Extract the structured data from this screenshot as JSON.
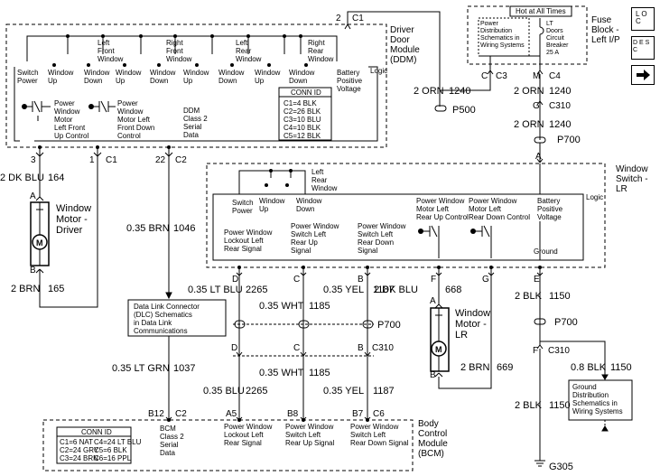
{
  "hot_at_all_times": "Hot at All Times",
  "fuse_block": [
    "Fuse",
    "Block -",
    "Left I/P"
  ],
  "fuse_box": {
    "note": [
      "Power",
      "Distribution",
      "Schematics in",
      "Wiring Systems"
    ],
    "breaker": [
      "LT",
      "Doors",
      "Circuit",
      "Breaker",
      "25 A"
    ],
    "pin_c": "C",
    "pin_m": "M"
  },
  "ddm": {
    "title": [
      "Driver",
      "Door",
      "Module",
      "(DDM)"
    ],
    "logic": "Logic",
    "switch_labels": [
      [
        "Switch",
        "Power"
      ],
      [
        "Window",
        "Up"
      ],
      [
        "Window",
        "Down"
      ],
      [
        "Window",
        "Up"
      ],
      [
        "Window",
        "Down"
      ],
      [
        "Window",
        "Up"
      ],
      [
        "Window",
        "Down"
      ],
      [
        "Window",
        "Up"
      ],
      [
        "Window",
        "Down"
      ],
      [
        "Battery",
        "Positive",
        "Voltage"
      ]
    ],
    "top_labels": [
      [
        "Left",
        "Front",
        "Window"
      ],
      [
        "Right",
        "Front",
        "Window"
      ],
      [
        "Left",
        "Rear",
        "Window"
      ],
      [
        "Right",
        "Rear",
        "Window"
      ]
    ],
    "motor_up": [
      "Power",
      "Window",
      "Motor",
      "Left Front",
      "Up Control"
    ],
    "motor_down": [
      "Power",
      "Window",
      "Motor Left",
      "Front Down",
      "Control"
    ],
    "serial": [
      "DDM",
      "Class 2",
      "Serial",
      "Data"
    ],
    "conn": {
      "title": "CONN ID",
      "rows": [
        "C1=4 BLK",
        "C2=26 BLK",
        "C3=10 BLU",
        "C4=10 BLK",
        "C5=12 BLK"
      ]
    }
  },
  "conn_labels": {
    "p2c1": [
      "2",
      "C1"
    ],
    "p3": "3",
    "p1c1": [
      "1",
      "C1"
    ],
    "p22c2": [
      "22",
      "C2"
    ],
    "pc": "C",
    "pc3": "C3",
    "pm": "M",
    "pc4": "C4",
    "g": "G",
    "c310": "C310",
    "a": "A",
    "d": "D",
    "c": "C",
    "b": "B",
    "f": "F",
    "g2": "G",
    "e": "E",
    "a_lr": "A",
    "b_lr": "B",
    "a_drv": "A",
    "b_drv": "B",
    "dbot": "D",
    "cbot": "C",
    "bbot": "B",
    "c310b": "C310",
    "b12": "B12",
    "c2b": "C2",
    "a5": "A5",
    "b8": "B8",
    "b7": "B7",
    "c6": "C6",
    "fbot": "F",
    "c310c": "C310"
  },
  "wires": {
    "orn1240a": [
      "2 ORN",
      "1240"
    ],
    "orn1240b": [
      "2 ORN",
      "1240"
    ],
    "orn1240c": [
      "2 ORN",
      "1240"
    ],
    "dkblu164": [
      "2 DK BLU",
      "164"
    ],
    "brn165": [
      "2 BRN",
      "165"
    ],
    "brn1046": [
      "0.35 BRN",
      "1046"
    ],
    "ltblu2265": [
      "0.35 LT BLU",
      "2265"
    ],
    "wht1185a": [
      "0.35 WHT",
      "1185"
    ],
    "yel1187a": [
      "0.35 YEL",
      "1187"
    ],
    "dkblu668": [
      "2 DK BLU",
      "668"
    ],
    "blk1150a": [
      "2 BLK",
      "1150"
    ],
    "blk1150b": [
      "2 BLK",
      "1150"
    ],
    "brn669": [
      "2 BRN",
      "669"
    ],
    "ltgrn1037": [
      "0.35 LT GRN",
      "1037"
    ],
    "wht1185b": [
      "0.35 WHT",
      "1185"
    ],
    "blu2265": [
      "0.35 BLU",
      "2265"
    ],
    "yel1187b": [
      "0.35 YEL",
      "1187"
    ],
    "blk1150c": [
      "0.8 BLK",
      "1150"
    ],
    "blk1150d": [
      "2 BLK",
      "1150"
    ]
  },
  "splices": {
    "p500": "P500",
    "p700a": "P700",
    "p700b": "P700",
    "p700c": "P700"
  },
  "window_switch": {
    "title": [
      "Window",
      "Switch -",
      "LR"
    ],
    "top": [
      "Left",
      "Rear",
      "Window"
    ],
    "labels": [
      [
        "Switch",
        "Power"
      ],
      [
        "Window",
        "Up"
      ],
      [
        "Window",
        "Down"
      ],
      [
        "Battery",
        "Positive",
        "Voltage"
      ]
    ],
    "logic": "Logic",
    "signals": [
      [
        "Power Window",
        "Lockout Left",
        "Rear Signal"
      ],
      [
        "Power Window",
        "Switch Left",
        "Rear Up",
        "Signal"
      ],
      [
        "Power Window",
        "Switch Left",
        "Rear Down",
        "Signal"
      ]
    ],
    "controls": [
      [
        "Power Window",
        "Motor Left",
        "Rear Up Control"
      ],
      [
        "Power Window",
        "Motor Left",
        "Rear Down Control"
      ]
    ],
    "ground": "Ground"
  },
  "motor_driver": [
    "Window",
    "Motor -",
    "Driver"
  ],
  "motor_lr": [
    "Window",
    "Motor -",
    "LR"
  ],
  "dlc": [
    "Data Link Connector",
    "(DLC) Schematics",
    "in Data Link",
    "Communications"
  ],
  "ground_dist": [
    "Ground",
    "Distribution",
    "Schematics in",
    "Wiring Systems"
  ],
  "ground_label": "G305",
  "bcm": {
    "title": [
      "Body",
      "Control",
      "Module",
      "(BCM)"
    ],
    "conn": {
      "title": "CONN ID",
      "rows": [
        [
          "C1=6 NAT",
          "C4=24 LT BLU"
        ],
        [
          "C2=24 GRY",
          "C5=6 BLK"
        ],
        [
          "C3=24 BRN",
          "C6=16 PPL"
        ]
      ]
    },
    "serial": [
      "BCM",
      "Class 2",
      "Serial",
      "Data"
    ],
    "signals": [
      [
        "Power Window",
        "Lockout Left",
        "Rear Signal"
      ],
      [
        "Power Window",
        "Switch Left",
        "Rear Up Signal"
      ],
      [
        "Power Window",
        "Switch Left",
        "Rear Down Signal"
      ]
    ]
  },
  "nav_buttons": [
    "L O C",
    "D E S C",
    "next"
  ]
}
